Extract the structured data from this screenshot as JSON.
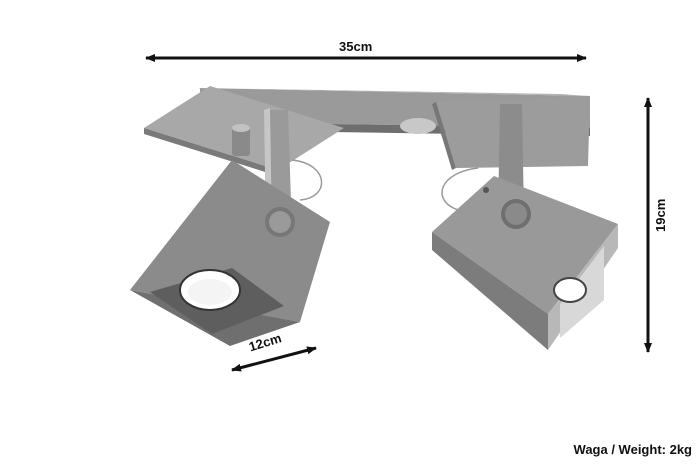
{
  "dimensions": {
    "width": "35cm",
    "height": "19cm",
    "depth": "12cm"
  },
  "weight_label": "Waga / Weight: 2kg",
  "product": {
    "color": "#8c8c8c",
    "type": "twin cube ceiling spotlight"
  }
}
